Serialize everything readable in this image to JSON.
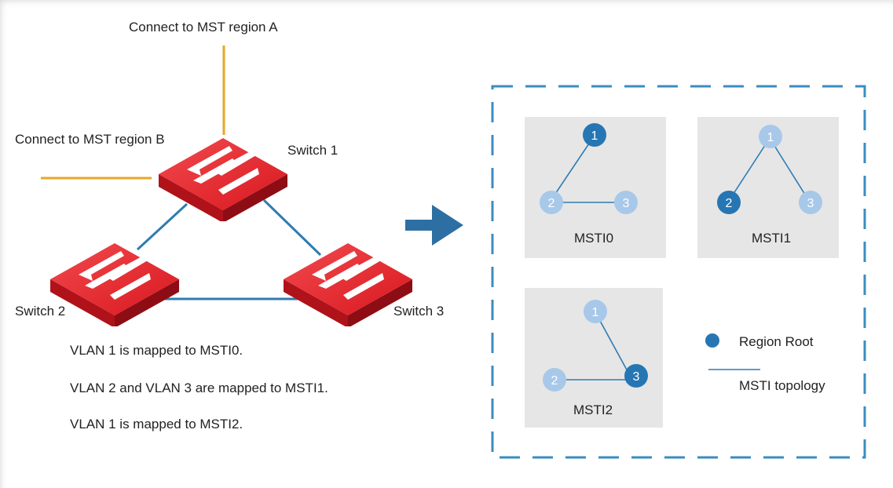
{
  "labels": {
    "region_a": "Connect to MST region A",
    "region_b": "Connect to MST region B",
    "switch1": "Switch 1",
    "switch2": "Switch 2",
    "switch3": "Switch 3"
  },
  "mappings": [
    "VLAN 1 is mapped to MSTI0.",
    "VLAN 2 and VLAN 3 are mapped to MSTI1.",
    "VLAN 1 is mapped to MSTI2."
  ],
  "instances": [
    {
      "name": "MSTI0",
      "nodes": [
        "1",
        "2",
        "3"
      ],
      "root": "1"
    },
    {
      "name": "MSTI1",
      "nodes": [
        "1",
        "2",
        "3"
      ],
      "root": "2"
    },
    {
      "name": "MSTI2",
      "nodes": [
        "1",
        "2",
        "3"
      ],
      "root": "3"
    }
  ],
  "legend": {
    "root": "Region Root",
    "topology": "MSTI topology"
  },
  "colors": {
    "external_link": "#e8a62a",
    "link": "#2f7cb0",
    "switch_red": "#e0242b",
    "root_node": "#2676b3",
    "node": "#a8c8ea",
    "panel": "#e6e6e6",
    "dash": "#3a8cc0",
    "arrow": "#2d6fa3"
  }
}
